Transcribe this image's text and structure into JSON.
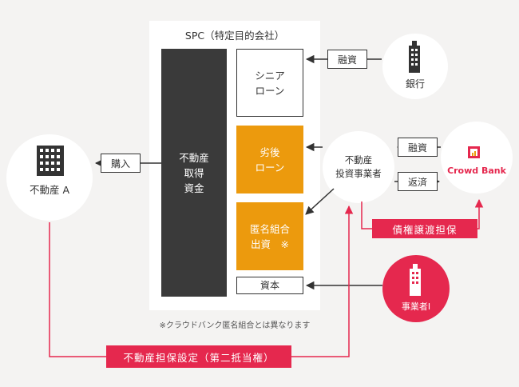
{
  "spc": {
    "title": "SPC（特定目的会社）",
    "funds_label": "不動産\n取得\n資金",
    "senior_loan": "シニア\nローン",
    "mezzanine_loan": "劣後\nローン",
    "tk_investment": "匿名組合\n出資　※",
    "capital": "資本"
  },
  "labels": {
    "loan_bank": "融資",
    "purchase": "購入",
    "loan_crowdbank": "融資",
    "repayment": "返済"
  },
  "entities": {
    "bank": "銀行",
    "property": "不動産 A",
    "investor": "不動産\n投資事業者",
    "crowdbank": "Crowd Bank",
    "business_operator": "事業者Ⅰ"
  },
  "pills": {
    "receivable_assignment": "債権譲渡担保",
    "mortgage": "不動産担保設定（第二抵当権）"
  },
  "note": "※クラウドバンク匿名組合とは異なります",
  "colors": {
    "accent_orange": "#ec9a0d",
    "accent_red": "#e5284e",
    "dark_block": "#3a3a3a",
    "background": "#f4f3f2"
  },
  "icons": [
    "building-icon",
    "crowdbank-logo-icon"
  ]
}
